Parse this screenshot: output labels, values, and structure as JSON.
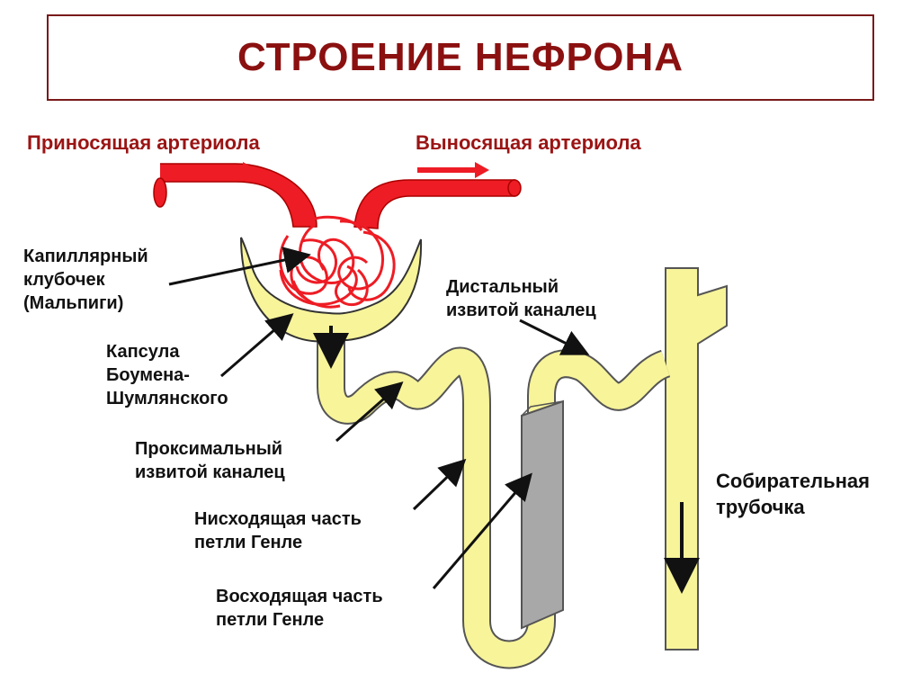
{
  "title": "СТРОЕНИЕ НЕФРОНА",
  "labels": {
    "afferent": "Приносящая артериола",
    "efferent": "Выносящая артериола",
    "glomerulus": [
      "Капиллярный",
      "клубочек",
      "(Мальпиги)"
    ],
    "capsule": [
      "Капсула",
      "Боумена-",
      "Шумлянского"
    ],
    "proximal": [
      "Проксимальный",
      "извитой каналец"
    ],
    "descending": [
      "Нисходящая часть",
      "петли Генле"
    ],
    "ascending": [
      "Восходящая часть",
      "петли Генле"
    ],
    "distal": [
      "Дистальный",
      "извитой каналец"
    ],
    "collecting": [
      "Собирательная",
      "трубочка"
    ]
  },
  "colors": {
    "title": "#8b1010",
    "arteriole": "#ee1c24",
    "tubule": "#f7f49a",
    "tubule_outline": "#555555",
    "ascending_limb": "#a8a8a8",
    "arrow": "#111111"
  }
}
